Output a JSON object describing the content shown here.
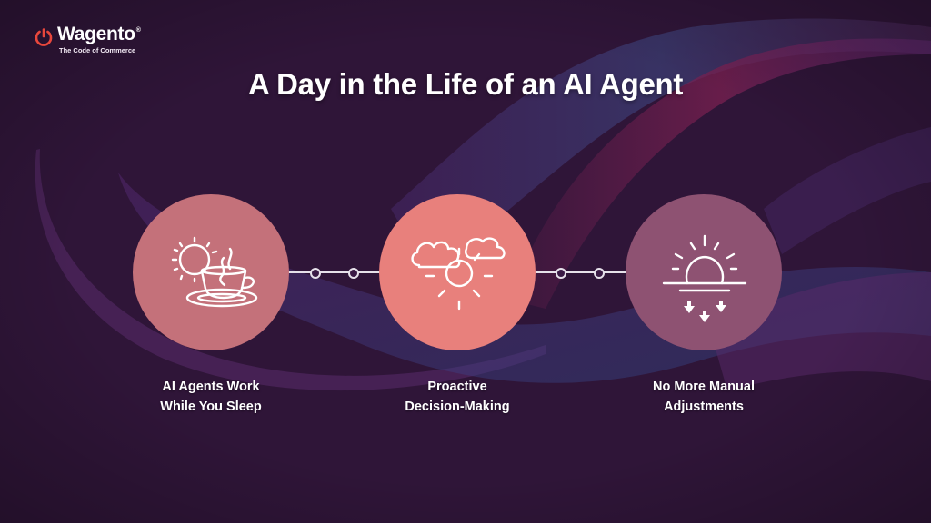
{
  "brand": {
    "name": "Wagento",
    "registered_mark": "®",
    "tagline": "The Code of Commerce",
    "logo_icon": "power-icon",
    "accent_color": "#e8473c"
  },
  "title": "A Day in the Life of an AI Agent",
  "steps": [
    {
      "icon": "sun-coffee-cup-icon",
      "line1": "AI Agents Work",
      "line2": "While You Sleep",
      "color": "#c4717a"
    },
    {
      "icon": "sun-clouds-icon",
      "line1": "Proactive",
      "line2": "Decision-Making",
      "color": "#e8807c"
    },
    {
      "icon": "sunset-icon",
      "line1": "No More Manual",
      "line2": "Adjustments",
      "color": "#8e5272"
    }
  ],
  "colors": {
    "background": "#2f1538",
    "connector": "#e6e1ea",
    "text": "#ffffff"
  }
}
